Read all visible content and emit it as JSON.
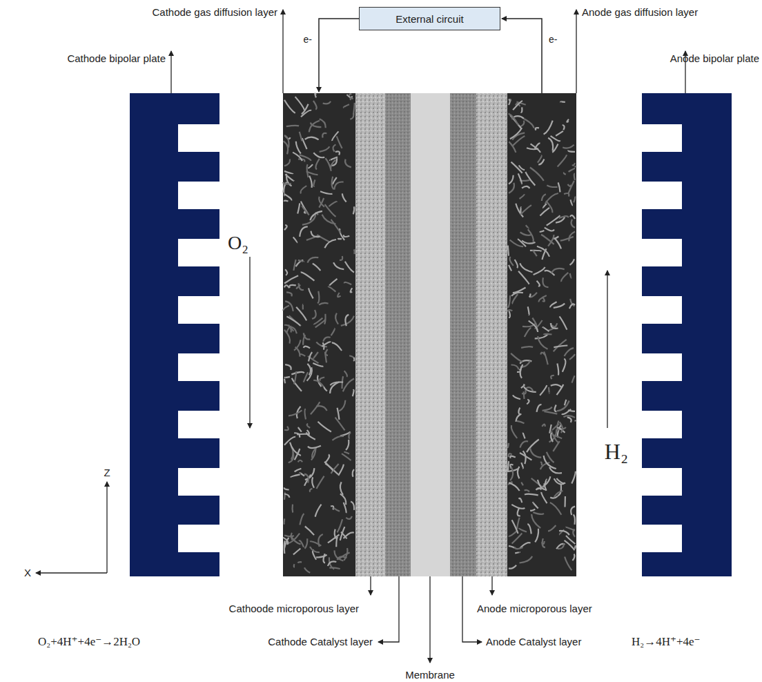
{
  "diagram": {
    "nodes": [
      {
        "text": [
          "External circuit"
        ]
      }
    ],
    "labels": [
      "Cathode gas diffusion layer",
      "Anode gas diffusion layer",
      "e-",
      "e-",
      "Cathode bipolar plate",
      "Anode bipolar plate",
      "O₂",
      "H₂",
      "Z",
      "X",
      "Cathoode microporous layer",
      "Anode microporous layer",
      "O₂+4H⁺+4e⁻→2H₂O",
      "Cathode Catalyst layer",
      "Membrane",
      "Anode Catalyst layer",
      "H₂→4H⁺+4e⁻"
    ]
  }
}
